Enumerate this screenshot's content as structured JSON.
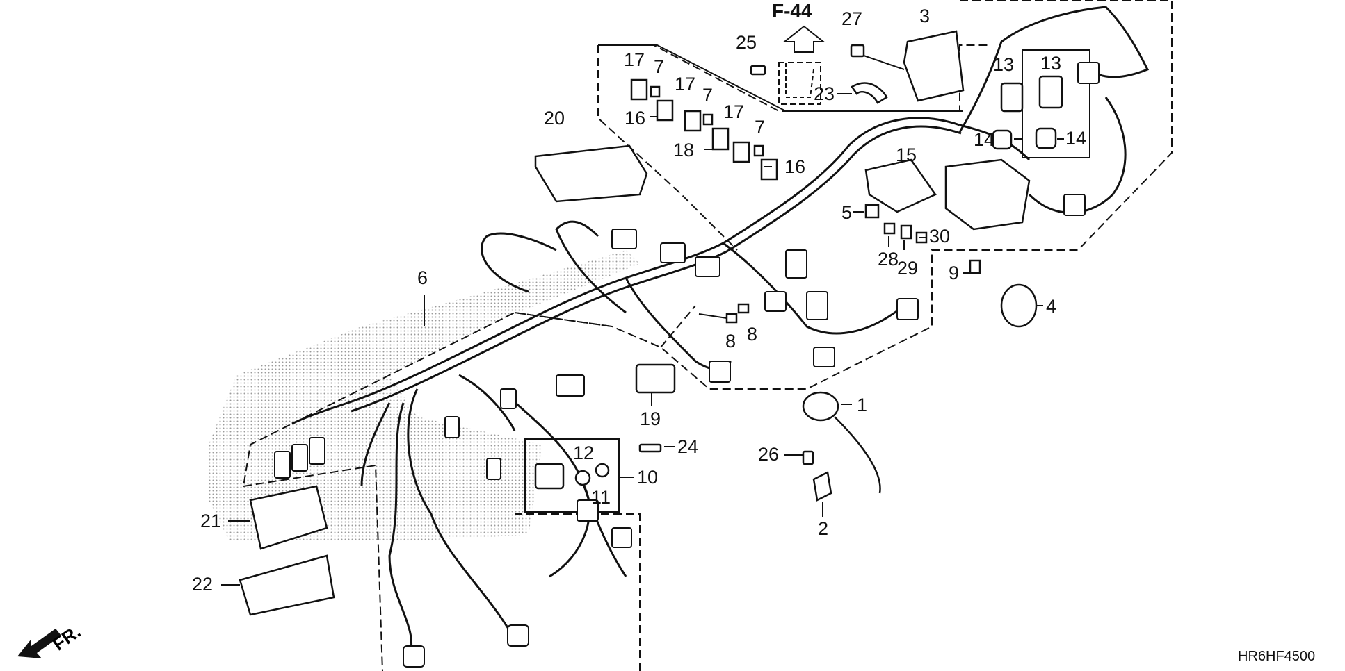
{
  "diagram": {
    "reference_label": "F-44",
    "front_label": "FR.",
    "drawing_code": "HR6HF4500",
    "callouts": {
      "c1": "1",
      "c2": "2",
      "c3": "3",
      "c4": "4",
      "c5": "5",
      "c6": "6",
      "c7a": "7",
      "c7b": "7",
      "c7c": "7",
      "c8a": "8",
      "c8b": "8",
      "c9": "9",
      "c10": "10",
      "c11": "11",
      "c12": "12",
      "c13a": "13",
      "c13b": "13",
      "c14a": "14",
      "c14b": "14",
      "c15": "15",
      "c16a": "16",
      "c16b": "16",
      "c17a": "17",
      "c17b": "17",
      "c17c": "17",
      "c18": "18",
      "c19": "19",
      "c20": "20",
      "c21": "21",
      "c22": "22",
      "c23": "23",
      "c24": "24",
      "c25": "25",
      "c26": "26",
      "c27": "27",
      "c28": "28",
      "c29": "29",
      "c30": "30"
    },
    "colors": {
      "line": "#111111",
      "stipple": "#b5b5b5",
      "background": "#ffffff"
    }
  }
}
